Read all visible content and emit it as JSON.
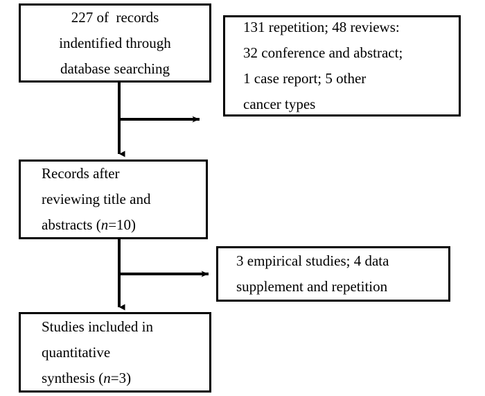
{
  "diagram": {
    "type": "prisma-flow-diagram",
    "orientation": "vertical",
    "line_color": "#000000",
    "box_border_color": "#000000",
    "box_fill_color": "#ffffff",
    "background_color": "#ffffff"
  },
  "boxes": {
    "identified": {
      "name": "records-identified",
      "align": "center",
      "lines": [
        "227 of  records",
        "indentified through",
        "database searching"
      ]
    },
    "excluded_1": {
      "name": "records-excluded-first-stage",
      "align": "left",
      "lines": [
        "131 repetition; 48 reviews:",
        "32 conference and abstract;",
        "1 case report; 5 other",
        "cancer types"
      ]
    },
    "screened": {
      "name": "records-after-screening",
      "align": "left",
      "lines_parts": [
        [
          {
            "text": "Records after"
          }
        ],
        [
          {
            "text": "reviewing title and"
          }
        ],
        [
          {
            "text": "abstracts ("
          },
          {
            "text": "n",
            "italic": true
          },
          {
            "text": "=10)"
          }
        ]
      ],
      "count_label": "n=10",
      "count_value": 10
    },
    "excluded_2": {
      "name": "records-excluded-second-stage",
      "align": "left",
      "lines": [
        "3 empirical studies; 4 data",
        "supplement and repetition"
      ]
    },
    "included": {
      "name": "studies-included",
      "align": "left",
      "lines_parts": [
        [
          {
            "text": "Studies included in"
          }
        ],
        [
          {
            "text": "quantitative"
          }
        ],
        [
          {
            "text": "synthesis ("
          },
          {
            "text": "n",
            "italic": true
          },
          {
            "text": "=3)"
          }
        ]
      ],
      "count_label": "n=3",
      "count_value": 3
    }
  },
  "connectors": [
    {
      "name": "identified-to-screened",
      "kind": "vertical-arrow",
      "from_box": "identified",
      "to_box": "screened",
      "arrowhead": "down"
    },
    {
      "name": "identified-to-excluded-1",
      "kind": "horizontal-arrow",
      "from_box": "identified",
      "to_box": "excluded_1",
      "arrowhead": "right"
    },
    {
      "name": "screened-to-included",
      "kind": "vertical-arrow",
      "from_box": "screened",
      "to_box": "included",
      "arrowhead": "down"
    },
    {
      "name": "screened-to-excluded-2",
      "kind": "horizontal-arrow",
      "from_box": "screened",
      "to_box": "excluded_2",
      "arrowhead": "right"
    }
  ]
}
